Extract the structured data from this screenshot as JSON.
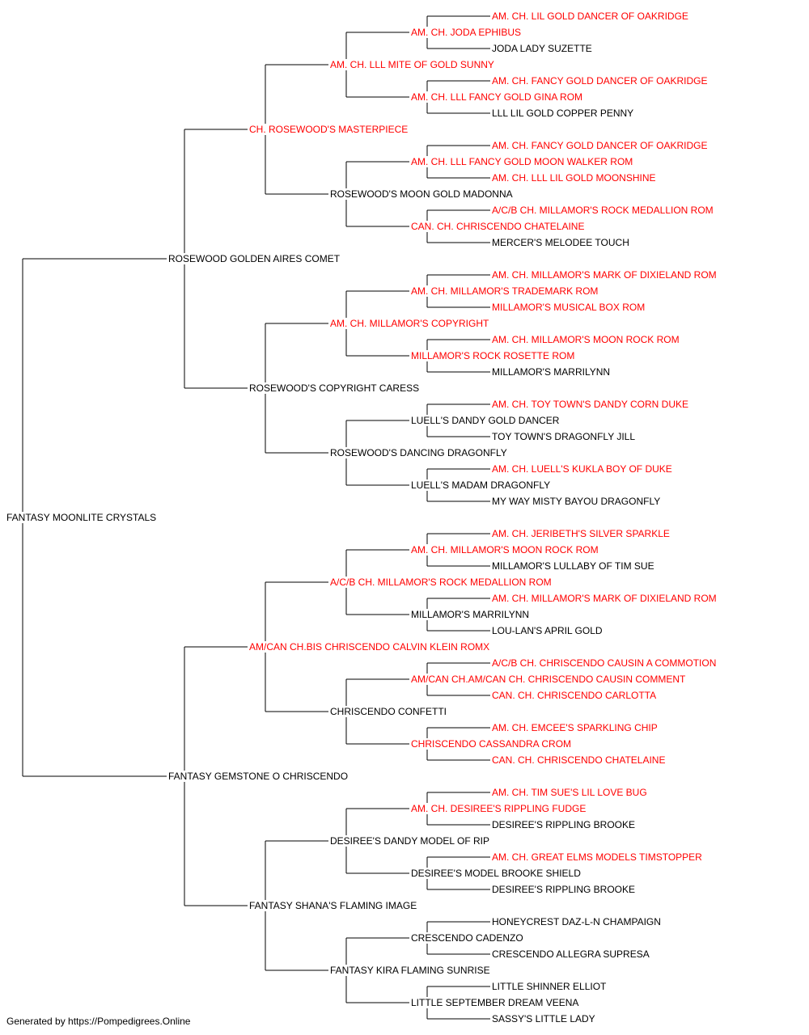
{
  "colors": {
    "champion": "#ff0000",
    "normal": "#000000",
    "line": "#000000"
  },
  "footer": "Generated by https://Pompedigrees.Online",
  "pedigree": {
    "name": "FANTASY MOONLITE CRYSTALS",
    "champion": false,
    "sire": {
      "name": "ROSEWOOD GOLDEN AIRES COMET",
      "champion": false,
      "sire": {
        "name": "CH. ROSEWOOD'S MASTERPIECE",
        "champion": true,
        "sire": {
          "name": "AM. CH. LLL MITE OF GOLD SUNNY",
          "champion": true,
          "sire": {
            "name": "AM. CH. JODA EPHIBUS",
            "champion": true,
            "sire": {
              "name": "AM. CH. LIL GOLD DANCER OF OAKRIDGE",
              "champion": true
            },
            "dam": {
              "name": "JODA LADY SUZETTE",
              "champion": false
            }
          },
          "dam": {
            "name": "AM. CH. LLL FANCY GOLD GINA ROM",
            "champion": true,
            "sire": {
              "name": "AM. CH. FANCY GOLD DANCER OF OAKRIDGE",
              "champion": true
            },
            "dam": {
              "name": "LLL LIL GOLD COPPER PENNY",
              "champion": false
            }
          }
        },
        "dam": {
          "name": "ROSEWOOD'S MOON GOLD MADONNA",
          "champion": false,
          "sire": {
            "name": "AM. CH. LLL FANCY GOLD MOON WALKER ROM",
            "champion": true,
            "sire": {
              "name": "AM. CH. FANCY GOLD DANCER OF OAKRIDGE",
              "champion": true
            },
            "dam": {
              "name": "AM. CH. LLL LIL GOLD MOONSHINE",
              "champion": true
            }
          },
          "dam": {
            "name": "CAN. CH. CHRISCENDO CHATELAINE",
            "champion": true,
            "sire": {
              "name": "A/C/B CH. MILLAMOR'S ROCK MEDALLION ROM",
              "champion": true
            },
            "dam": {
              "name": "MERCER'S MELODEE TOUCH",
              "champion": false
            }
          }
        }
      },
      "dam": {
        "name": "ROSEWOOD'S COPYRIGHT CARESS",
        "champion": false,
        "sire": {
          "name": "AM. CH. MILLAMOR'S COPYRIGHT",
          "champion": true,
          "sire": {
            "name": "AM. CH. MILLAMOR'S TRADEMARK ROM",
            "champion": true,
            "sire": {
              "name": "AM. CH. MILLAMOR'S MARK OF DIXIELAND ROM",
              "champion": true
            },
            "dam": {
              "name": "MILLAMOR'S MUSICAL BOX ROM",
              "champion": true
            }
          },
          "dam": {
            "name": "MILLAMOR'S ROCK ROSETTE ROM",
            "champion": true,
            "sire": {
              "name": "AM. CH. MILLAMOR'S MOON ROCK ROM",
              "champion": true
            },
            "dam": {
              "name": "MILLAMOR'S MARRILYNN",
              "champion": false
            }
          }
        },
        "dam": {
          "name": "ROSEWOOD'S DANCING DRAGONFLY",
          "champion": false,
          "sire": {
            "name": "LUELL'S DANDY GOLD DANCER",
            "champion": false,
            "sire": {
              "name": "AM. CH. TOY TOWN'S DANDY CORN DUKE",
              "champion": true
            },
            "dam": {
              "name": "TOY TOWN'S DRAGONFLY JILL",
              "champion": false
            }
          },
          "dam": {
            "name": "LUELL'S MADAM DRAGONFLY",
            "champion": false,
            "sire": {
              "name": "AM. CH. LUELL'S KUKLA BOY OF DUKE",
              "champion": true
            },
            "dam": {
              "name": "MY WAY MISTY BAYOU DRAGONFLY",
              "champion": false
            }
          }
        }
      }
    },
    "dam": {
      "name": "FANTASY GEMSTONE O CHRISCENDO",
      "champion": false,
      "sire": {
        "name": "AM/CAN CH.BIS CHRISCENDO CALVIN KLEIN ROMX",
        "champion": true,
        "sire": {
          "name": "A/C/B CH. MILLAMOR'S ROCK MEDALLION ROM",
          "champion": true,
          "sire": {
            "name": "AM. CH. MILLAMOR'S MOON ROCK ROM",
            "champion": true,
            "sire": {
              "name": "AM. CH. JERIBETH'S SILVER SPARKLE",
              "champion": true
            },
            "dam": {
              "name": "MILLAMOR'S LULLABY OF TIM SUE",
              "champion": false
            }
          },
          "dam": {
            "name": "MILLAMOR'S MARRILYNN",
            "champion": false,
            "sire": {
              "name": "AM. CH. MILLAMOR'S MARK OF DIXIELAND ROM",
              "champion": true
            },
            "dam": {
              "name": "LOU-LAN'S APRIL GOLD",
              "champion": false
            }
          }
        },
        "dam": {
          "name": "CHRISCENDO CONFETTI",
          "champion": false,
          "sire": {
            "name": "AM/CAN CH.AM/CAN CH. CHRISCENDO CAUSIN COMMENT",
            "champion": true,
            "sire": {
              "name": "A/C/B CH. CHRISCENDO CAUSIN A COMMOTION",
              "champion": true
            },
            "dam": {
              "name": "CAN. CH. CHRISCENDO CARLOTTA",
              "champion": true
            }
          },
          "dam": {
            "name": "CHRISCENDO CASSANDRA CROM",
            "champion": true,
            "sire": {
              "name": "AM. CH. EMCEE'S SPARKLING CHIP",
              "champion": true
            },
            "dam": {
              "name": "CAN. CH. CHRISCENDO CHATELAINE",
              "champion": true
            }
          }
        }
      },
      "dam": {
        "name": "FANTASY SHANA'S FLAMING IMAGE",
        "champion": false,
        "sire": {
          "name": "DESIREE'S DANDY MODEL OF RIP",
          "champion": false,
          "sire": {
            "name": "AM. CH. DESIREE'S RIPPLING FUDGE",
            "champion": true,
            "sire": {
              "name": "AM. CH. TIM SUE'S LIL LOVE BUG",
              "champion": true
            },
            "dam": {
              "name": "DESIREE'S RIPPLING BROOKE",
              "champion": false
            }
          },
          "dam": {
            "name": "DESIREE'S MODEL BROOKE SHIELD",
            "champion": false,
            "sire": {
              "name": "AM. CH. GREAT ELMS MODELS TIMSTOPPER",
              "champion": true
            },
            "dam": {
              "name": "DESIREE'S RIPPLING BROOKE",
              "champion": false
            }
          }
        },
        "dam": {
          "name": "FANTASY KIRA FLAMING SUNRISE",
          "champion": false,
          "sire": {
            "name": "CRESCENDO CADENZO",
            "champion": false,
            "sire": {
              "name": "HONEYCREST DAZ-L-N CHAMPAIGN",
              "champion": false
            },
            "dam": {
              "name": "CRESCENDO ALLEGRA SUPRESA",
              "champion": false
            }
          },
          "dam": {
            "name": "LITTLE SEPTEMBER DREAM VEENA",
            "champion": false,
            "sire": {
              "name": "LITTLE SHINNER ELLIOT",
              "champion": false
            },
            "dam": {
              "name": "SASSY'S LITTLE LADY",
              "champion": false
            }
          }
        }
      }
    }
  }
}
